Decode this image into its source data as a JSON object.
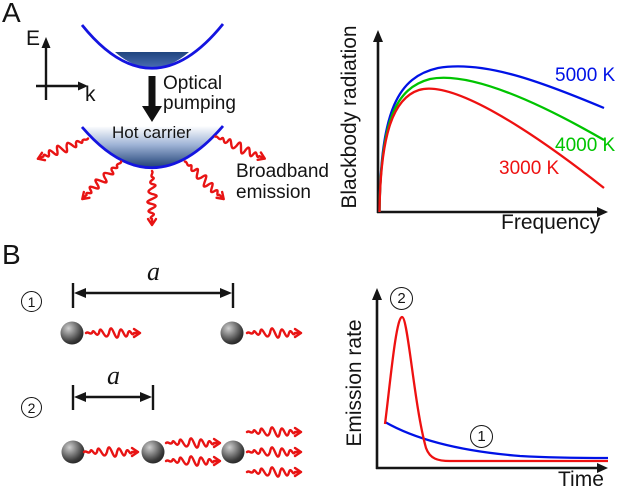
{
  "figure": {
    "panel_a": {
      "label": "A",
      "band_diagram": {
        "energy_axis_label": "E",
        "momentum_axis_label": "k",
        "pump_label": "Optical pumping",
        "hot_carrier_label": "Hot carrier",
        "emission_label": "Broadband emission"
      },
      "blackbody_plot": {
        "ylabel": "Blackbody radiation",
        "xlabel": "Frequency",
        "curves": [
          {
            "label": "5000 K",
            "color": "#0012e6"
          },
          {
            "label": "4000 K",
            "color": "#00c400"
          },
          {
            "label": "3000 K",
            "color": "#ee1111"
          }
        ]
      }
    },
    "panel_b": {
      "label": "B",
      "case1": {
        "number": "1",
        "distance_label": "a"
      },
      "case2": {
        "number": "2",
        "distance_label": "a"
      },
      "emission_plot": {
        "ylabel": "Emission rate",
        "xlabel": "Time",
        "curves": [
          {
            "number": "1",
            "color": "#0012e6"
          },
          {
            "number": "2",
            "color": "#ee1111"
          }
        ]
      }
    },
    "colors": {
      "band_blue": "#1414e0",
      "emission_red": "#e81414",
      "axis_black": "#151515"
    },
    "icons": {
      "wave_packet": "wave-packet-icon (red oscillating pulse with arrow)",
      "nanoparticle": "gray shaded sphere",
      "pump_arrow": "thick black downward arrow",
      "distance_arrow": "double-headed dimension arrow with end bars"
    }
  },
  "chart_data": [
    {
      "type": "line",
      "title": "",
      "xlabel": "Frequency",
      "ylabel": "Blackbody radiation",
      "x_units": "arbitrary (0-1)",
      "y_units": "arbitrary (0-1)",
      "grid": false,
      "legend_position": "inline right of curves",
      "series": [
        {
          "name": "5000 K",
          "color": "#0012e6",
          "x": [
            0,
            0.02,
            0.06,
            0.12,
            0.2,
            0.29,
            0.4,
            0.55,
            0.7,
            0.85,
            1.0
          ],
          "y": [
            0,
            0.45,
            0.65,
            0.74,
            0.78,
            0.8,
            0.79,
            0.74,
            0.68,
            0.62,
            0.57
          ]
        },
        {
          "name": "4000 K",
          "color": "#00c400",
          "x": [
            0,
            0.02,
            0.06,
            0.12,
            0.2,
            0.28,
            0.4,
            0.55,
            0.7,
            0.85,
            1.0
          ],
          "y": [
            0,
            0.42,
            0.6,
            0.69,
            0.73,
            0.74,
            0.72,
            0.65,
            0.56,
            0.47,
            0.4
          ]
        },
        {
          "name": "3000 K",
          "color": "#ee1111",
          "x": [
            0,
            0.02,
            0.06,
            0.12,
            0.18,
            0.26,
            0.4,
            0.55,
            0.7,
            0.85,
            1.0
          ],
          "y": [
            0,
            0.38,
            0.55,
            0.64,
            0.67,
            0.68,
            0.63,
            0.52,
            0.4,
            0.26,
            0.13
          ]
        }
      ]
    },
    {
      "type": "line",
      "title": "",
      "xlabel": "Time",
      "ylabel": "Emission rate",
      "x_units": "arbitrary (0-1)",
      "y_units": "arbitrary (0-1)",
      "grid": false,
      "legend_position": "circled numbers near curves",
      "series": [
        {
          "name": "1",
          "color": "#0012e6",
          "x": [
            0,
            0.1,
            0.2,
            0.3,
            0.5,
            0.7,
            1.0
          ],
          "y": [
            0.25,
            0.2,
            0.16,
            0.13,
            0.09,
            0.07,
            0.06
          ]
        },
        {
          "name": "2",
          "color": "#ee1111",
          "x": [
            0,
            0.03,
            0.07,
            0.1,
            0.14,
            0.18,
            0.22,
            0.3,
            1.0
          ],
          "y": [
            0.24,
            0.45,
            0.78,
            0.84,
            0.6,
            0.25,
            0.07,
            0.04,
            0.04
          ]
        }
      ]
    }
  ]
}
